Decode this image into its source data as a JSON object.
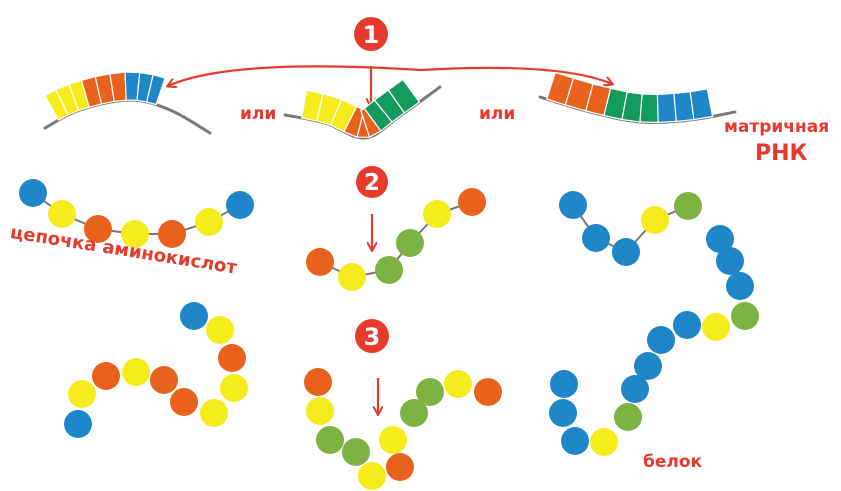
{
  "steps": [
    "1",
    "2",
    "3"
  ],
  "connector_or": "или",
  "mrna_label": [
    "матричная",
    "РНК"
  ],
  "chain_label": "цепочка аминокислот",
  "protein_label": "белок",
  "colors": {
    "accent": "#e63a2e",
    "blue": "#1f86c8",
    "yellow": "#f6ec1d",
    "orange": "#e8621e",
    "green": "#7cb342",
    "dark_green": "#139a5e",
    "backbone": "#7a7a7a"
  },
  "mrna_strands": [
    {
      "id": "left",
      "codons": [
        "yellow",
        "orange",
        "blue"
      ]
    },
    {
      "id": "middle",
      "codons": [
        "yellow",
        "orange",
        "dark_green"
      ]
    },
    {
      "id": "right",
      "codons": [
        "orange",
        "dark_green",
        "blue"
      ]
    }
  ],
  "amino_chains": [
    {
      "id": "left",
      "beads": [
        "blue",
        "yellow",
        "orange",
        "yellow",
        "orange",
        "yellow",
        "blue"
      ]
    },
    {
      "id": "middle",
      "beads": [
        "orange",
        "yellow",
        "green",
        "green",
        "yellow",
        "orange"
      ]
    },
    {
      "id": "right",
      "beads": [
        "blue",
        "blue",
        "blue",
        "yellow",
        "green"
      ]
    }
  ],
  "proteins": [
    {
      "id": "left",
      "beads": [
        "blue",
        "yellow",
        "orange",
        "yellow",
        "orange",
        "orange",
        "yellow",
        "yellow",
        "orange",
        "yellow",
        "blue"
      ]
    },
    {
      "id": "middle",
      "beads": [
        "orange",
        "yellow",
        "green",
        "green",
        "yellow",
        "orange",
        "yellow",
        "green",
        "green",
        "yellow",
        "orange"
      ]
    },
    {
      "id": "right",
      "beads": [
        "blue",
        "blue",
        "blue",
        "yellow",
        "green",
        "blue",
        "blue",
        "blue",
        "blue",
        "yellow",
        "green",
        "blue",
        "blue",
        "blue"
      ]
    }
  ]
}
